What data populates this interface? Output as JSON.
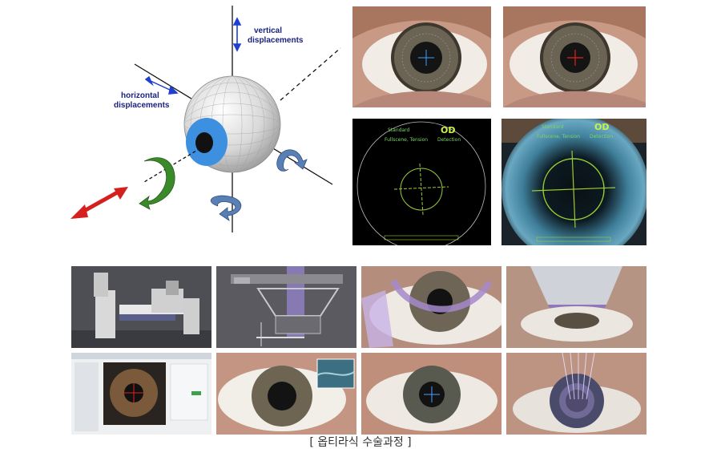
{
  "diagram": {
    "vertical_label_line1": "vertical",
    "vertical_label_line2": "displacements",
    "horizontal_label_line1": "horizontal",
    "horizontal_label_line2": "displacements"
  },
  "screens": {
    "left": {
      "mode": "Standard",
      "sub": "Fullscene, Tension",
      "eye": "OD",
      "right_note": "Detection"
    },
    "right": {
      "mode": "Standard",
      "sub": "Fullscene, Tension",
      "eye": "OD",
      "right_note": "Detection"
    }
  },
  "caption": "[ 옵티라식 수술과정 ]",
  "colors": {
    "arrow_red": "#d62020",
    "arrow_green": "#3a8a2a",
    "arrow_blue": "#5a7fb5",
    "iris_blue": "#3d8fe0",
    "screen_green": "#9acd32"
  }
}
